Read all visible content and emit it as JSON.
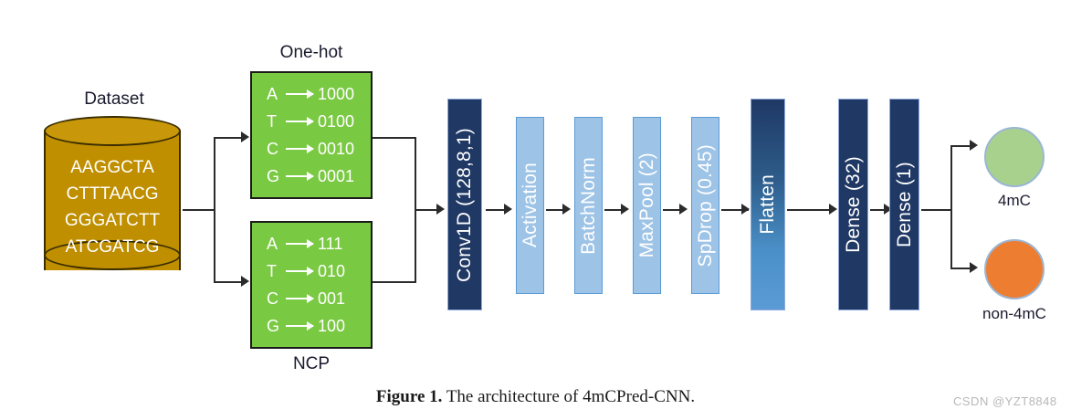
{
  "figure": {
    "caption_bold": "Figure 1.",
    "caption_text": "The architecture of 4mCPred-CNN.",
    "watermark": "CSDN @YZT8848"
  },
  "dataset": {
    "label": "Dataset",
    "sequences": [
      "AAGGCTA",
      "CTTTAACG",
      "GGGATCTT",
      "ATCGATCG"
    ],
    "color": "#bf8f00"
  },
  "encodings": [
    {
      "name": "one-hot",
      "label": "One-hot",
      "label_position": "above",
      "color": "#7ac943",
      "rows": [
        {
          "base": "A",
          "code": "1000"
        },
        {
          "base": "T",
          "code": "0100"
        },
        {
          "base": "C",
          "code": "0010"
        },
        {
          "base": "G",
          "code": "0001"
        }
      ]
    },
    {
      "name": "ncp",
      "label": "NCP",
      "label_position": "below",
      "color": "#7ac943",
      "rows": [
        {
          "base": "A",
          "code": "111"
        },
        {
          "base": "T",
          "code": "010"
        },
        {
          "base": "C",
          "code": "001"
        },
        {
          "base": "G",
          "code": "100"
        }
      ]
    }
  ],
  "layers": [
    {
      "name": "conv1d",
      "label": "Conv1D (128,8,1)",
      "style": "dark"
    },
    {
      "name": "activation",
      "label": "Activation",
      "style": "light"
    },
    {
      "name": "batchnorm",
      "label": "BatchNorm",
      "style": "light"
    },
    {
      "name": "maxpool",
      "label": "MaxPool (2)",
      "style": "light"
    },
    {
      "name": "spdrop",
      "label": "SpDrop (0.45)",
      "style": "light"
    },
    {
      "name": "flatten",
      "label": "Flatten",
      "style": "gradient"
    },
    {
      "name": "dense-32",
      "label": "Dense (32)",
      "style": "dark"
    },
    {
      "name": "dense-1",
      "label": "Dense (1)",
      "style": "dark"
    }
  ],
  "outputs": [
    {
      "name": "4mc",
      "label": "4mC",
      "color": "#a9d18e"
    },
    {
      "name": "non-4mc",
      "label": "non-4mC",
      "color": "#ed7d31"
    }
  ],
  "palette": {
    "dark_blue": "#1f3864",
    "light_blue": "#9dc3e6",
    "green_box": "#7ac943",
    "gold": "#bf8f00",
    "output_green": "#a9d18e",
    "output_orange": "#ed7d31",
    "line": "#2b2b2b"
  }
}
